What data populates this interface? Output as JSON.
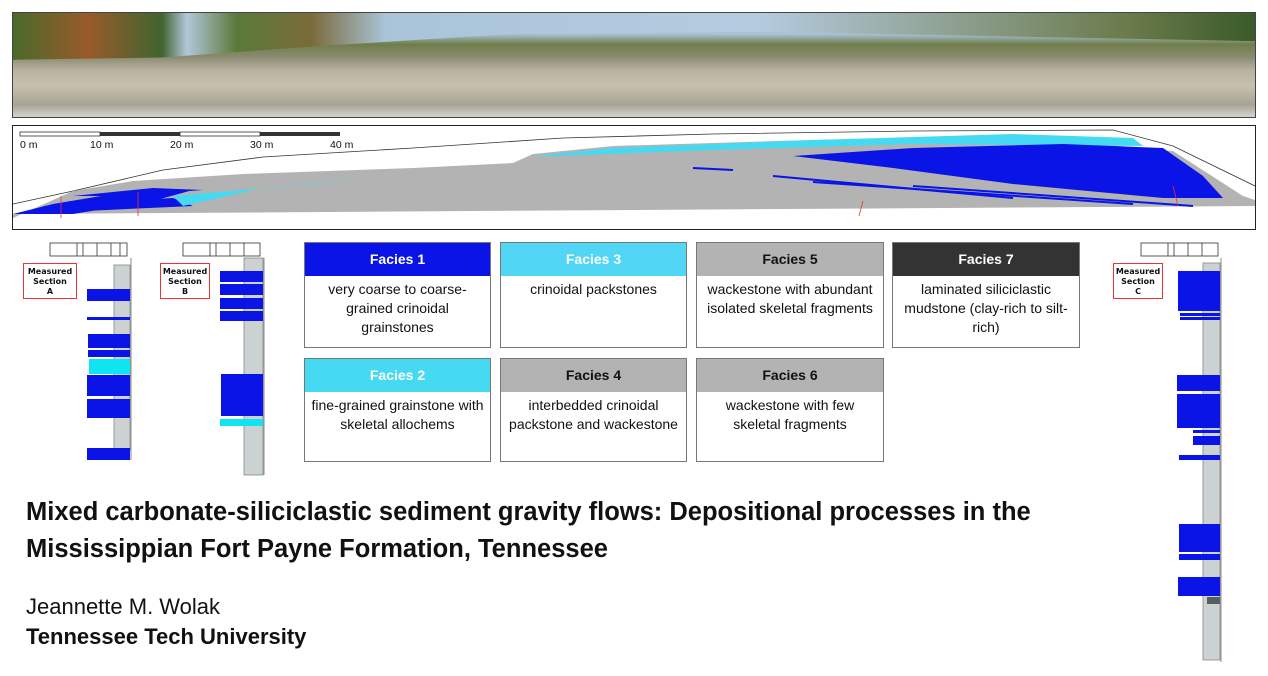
{
  "colors": {
    "facies1": "#0a14e6",
    "facies2": "#46d9f2",
    "facies3": "#52d6f6",
    "facies4": "#b3b3b3",
    "facies5": "#b3b3b3",
    "facies6": "#b3b3b3",
    "facies7": "#333333",
    "mudstone": "#555f5f",
    "column_gray": "#ccd1d1"
  },
  "scale_bar": {
    "ticks": [
      "0 m",
      "10 m",
      "20 m",
      "30 m",
      "40 m"
    ]
  },
  "sections": [
    {
      "label_line1": "Measured",
      "label_line2": "Section",
      "label_line3": "A"
    },
    {
      "label_line1": "Measured",
      "label_line2": "Section",
      "label_line3": "B"
    },
    {
      "label_line1": "Measured",
      "label_line2": "Section",
      "label_line3": "C"
    }
  ],
  "facies": [
    {
      "name": "Facies 1",
      "desc": "very coarse to coarse-grained crinoidal grainstones"
    },
    {
      "name": "Facies 3",
      "desc": "crinoidal packstones"
    },
    {
      "name": "Facies 5",
      "desc": "wackestone with abundant isolated skeletal fragments"
    },
    {
      "name": "Facies 7",
      "desc": "laminated siliciclastic mudstone (clay-rich to silt-rich)"
    },
    {
      "name": "Facies 2",
      "desc": "fine-grained grainstone with skeletal allochems"
    },
    {
      "name": "Facies 4",
      "desc": "interbedded crinoidal packstone and wackestone"
    },
    {
      "name": "Facies 6",
      "desc": "wackestone with few skeletal fragments"
    }
  ],
  "title": {
    "line1": "Mixed carbonate-siliciclastic sediment gravity flows: Depositional processes in the",
    "line2": "Mississippian Fort Payne Formation, Tennessee"
  },
  "author": "Jeannette M. Wolak",
  "affiliation": "Tennessee Tech University"
}
